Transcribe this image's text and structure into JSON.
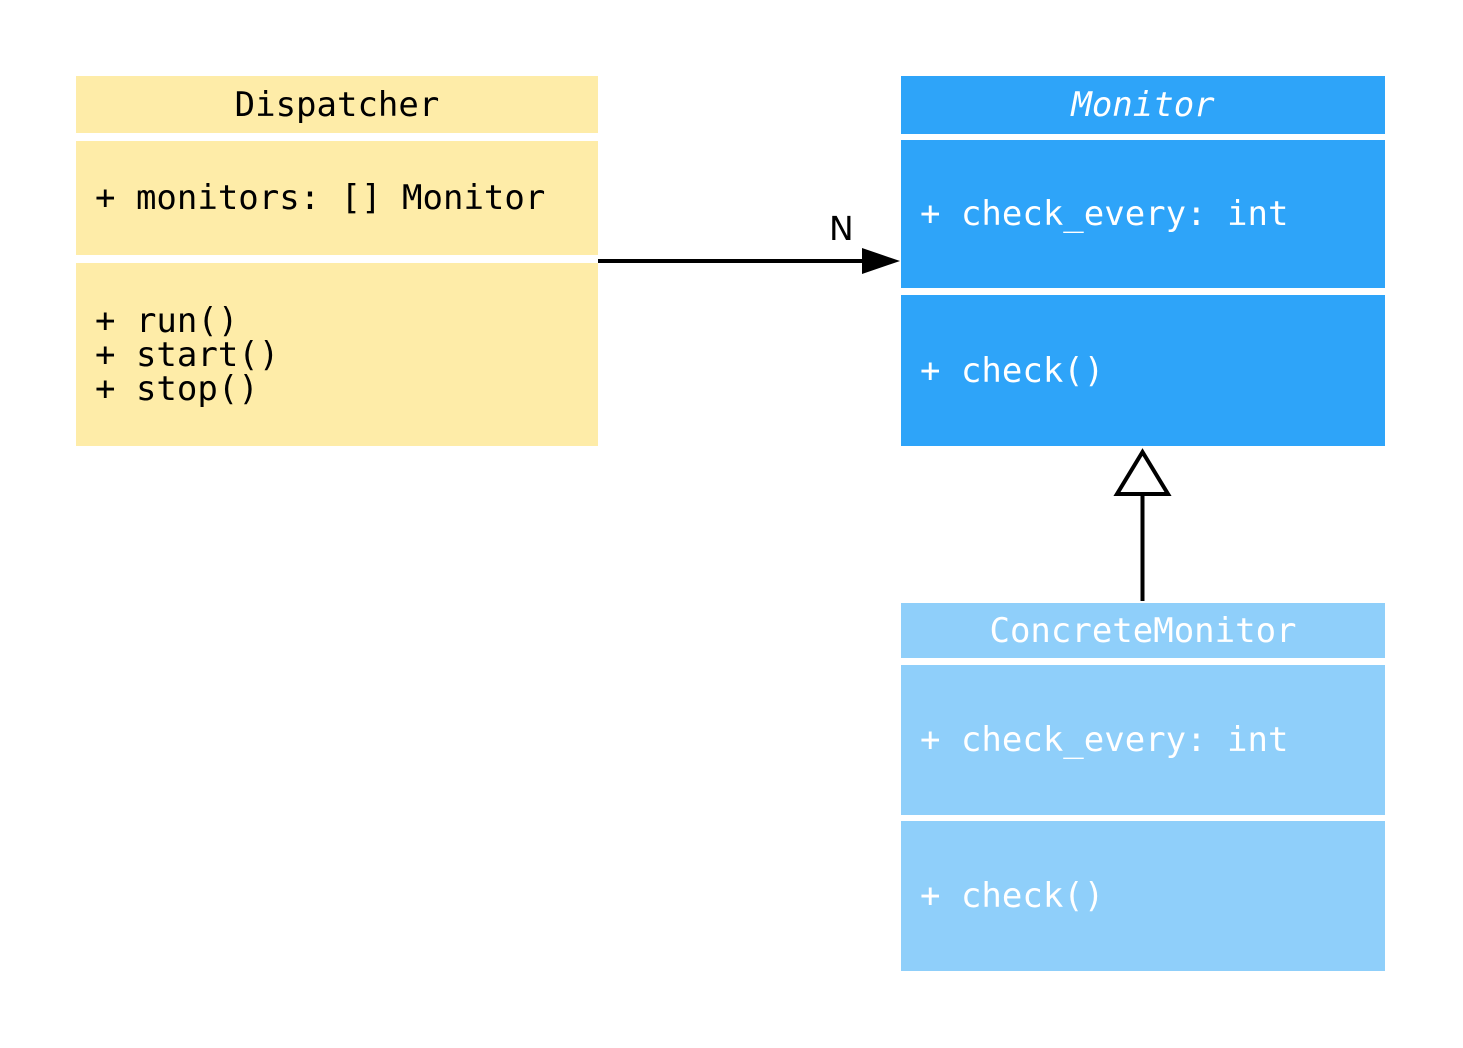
{
  "diagram": {
    "type": "uml-class-diagram",
    "background": "#ffffff",
    "line_color": "#000000",
    "classes": [
      {
        "name": "Dispatcher",
        "abstract": false,
        "attributes": [
          "+ monitors: [] Monitor"
        ],
        "methods": [
          "+ run()",
          "+ start()",
          "+ stop()"
        ],
        "fill": "#feeca8",
        "text_color": "#000000"
      },
      {
        "name": "Monitor",
        "abstract": true,
        "attributes": [
          "+ check_every: int"
        ],
        "methods": [
          "+ check()"
        ],
        "fill": "#2ea4f9",
        "text_color": "#ffffff"
      },
      {
        "name": "ConcreteMonitor",
        "abstract": false,
        "attributes": [
          "+ check_every: int"
        ],
        "methods": [
          "+ check()"
        ],
        "fill": "#8fcffa",
        "text_color": "#ffffff"
      }
    ],
    "edges": [
      {
        "from": "Dispatcher",
        "to": "Monitor",
        "label": "N",
        "style": "solid-filled-arrow"
      },
      {
        "from": "ConcreteMonitor",
        "to": "Monitor",
        "label": "",
        "style": "inheritance-hollow-triangle"
      }
    ]
  }
}
